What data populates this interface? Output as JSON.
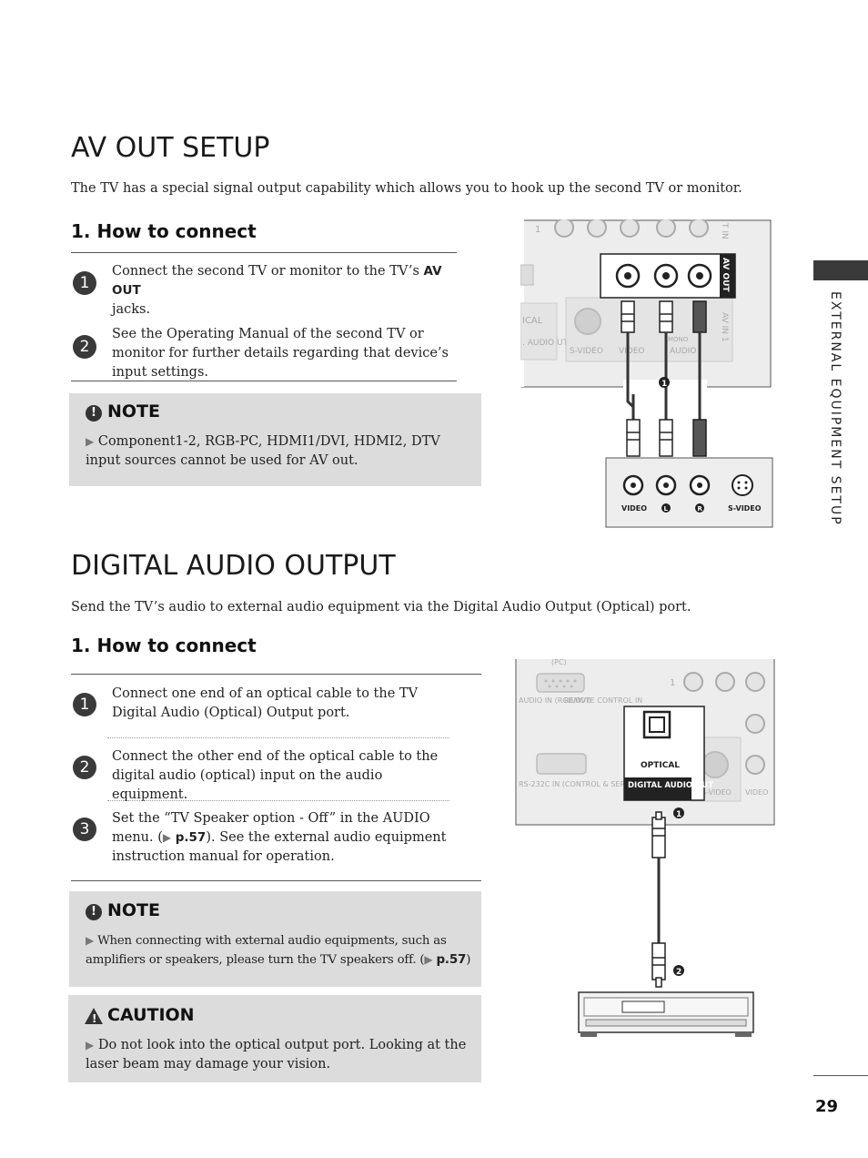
{
  "av_out": {
    "title": "AV OUT SETUP",
    "intro": "The TV has a special signal output capability which allows you to hook up the second TV or monitor.",
    "how_to_connect": "1. How to connect",
    "steps": [
      {
        "num": "1",
        "text_a": "Connect the second TV or monitor to the TV’s ",
        "bold": "AV OUT",
        "text_b": "jacks."
      },
      {
        "num": "2",
        "text": "See the Operating Manual of the second TV or monitor for further details regarding that device’s input settings."
      }
    ],
    "note_title": "NOTE",
    "note_text": "Component1-2, RGB-PC, HDMI1/DVI, HDMI2, DTV input sources cannot be used for AV out.",
    "diagram": {
      "panel_labels": {
        "ical": "ICAL",
        "audio_ut": ". AUDIO UT",
        "svideo": "S-VIDEO",
        "video": "VIDEO",
        "mono": "MONO",
        "audio": "AUDIO",
        "av_out": "AV OUT",
        "av_in_1": "AV IN 1",
        "t_in": "T IN",
        "one": "1"
      },
      "device_labels": {
        "video": "VIDEO",
        "l": "L",
        "r": "R",
        "svideo": "S-VIDEO"
      },
      "cable_marker": "1"
    }
  },
  "digital_audio": {
    "title": "DIGITAL AUDIO OUTPUT",
    "intro": "Send the TV’s audio to external audio equipment via the Digital Audio Output (Optical) port.",
    "how_to_connect": "1. How to connect",
    "steps": [
      {
        "num": "1",
        "text": "Connect one end of an optical cable to the TV Digital Audio (Optical) Output port."
      },
      {
        "num": "2",
        "text": "Connect the other end of the optical cable to the digital audio (optical) input on the audio equipment."
      },
      {
        "num": "3",
        "text_a": "Set the “TV Speaker option - Off” in the AUDIO menu. (",
        "ref": "p.57",
        "text_b": "). See the external audio equipment instruction manual for operation."
      }
    ],
    "note_title": "NOTE",
    "note_text_a": "When connecting with external audio equipments, such as amplifiers or speakers, please turn the TV speakers off.  (",
    "note_ref": "p.57",
    "note_text_b": ")",
    "caution_title": "CAUTION",
    "caution_text": "Do not look into the optical output port. Looking at the laser beam may damage your vision.",
    "diagram": {
      "pc": "(PC)",
      "audio_in": "AUDIO IN (RGB/DVI)",
      "remote": "REMOTE CONTROL IN",
      "rs232": "RS-232C IN (CONTROL & SERVICE)",
      "optical": "OPTICAL",
      "digital_audio_out": "DIGITAL AUDIO OUT",
      "svideo": "S-VIDEO",
      "video": "VIDEO",
      "one": "1",
      "marker1": "1",
      "marker2": "2"
    }
  },
  "sidebar": {
    "section": "EXTERNAL EQUIPMENT SETUP"
  },
  "page_number": "29"
}
